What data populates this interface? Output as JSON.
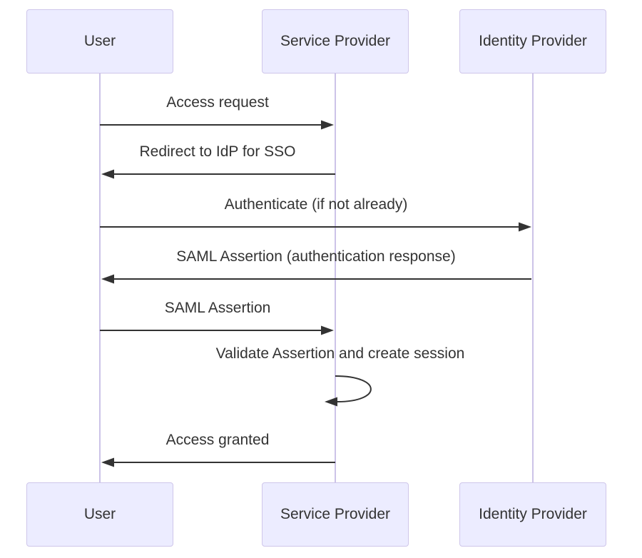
{
  "diagram": {
    "type": "sequence",
    "actors": [
      {
        "id": "user",
        "label": "User"
      },
      {
        "id": "service-provider",
        "label": "Service Provider"
      },
      {
        "id": "identity-provider",
        "label": "Identity Provider"
      }
    ],
    "messages": [
      {
        "label": "Access request",
        "from": "User",
        "to": "Service Provider",
        "line": "solid",
        "arrow": "filled"
      },
      {
        "label": "Redirect to IdP for SSO",
        "from": "Service Provider",
        "to": "User",
        "line": "solid",
        "arrow": "filled"
      },
      {
        "label": "Authenticate (if not already)",
        "from": "User",
        "to": "Identity Provider",
        "line": "solid",
        "arrow": "filled"
      },
      {
        "label": "SAML Assertion (authentication response)",
        "from": "Identity Provider",
        "to": "User",
        "line": "solid",
        "arrow": "filled"
      },
      {
        "label": "SAML Assertion",
        "from": "User",
        "to": "Service Provider",
        "line": "solid",
        "arrow": "filled"
      },
      {
        "label": "Validate Assertion and create session",
        "from": "Service Provider",
        "to": "Service Provider",
        "line": "self-loop",
        "arrow": "filled"
      },
      {
        "label": "Access granted",
        "from": "Service Provider",
        "to": "User",
        "line": "solid",
        "arrow": "filled"
      }
    ]
  },
  "colors": {
    "actor-fill": "#ECECFF",
    "actor-border": "#CFC6EA",
    "lifeline": "#CCC3E8",
    "message-line": "#333333",
    "text-color": "#333333",
    "background": "#FFFFFF"
  }
}
